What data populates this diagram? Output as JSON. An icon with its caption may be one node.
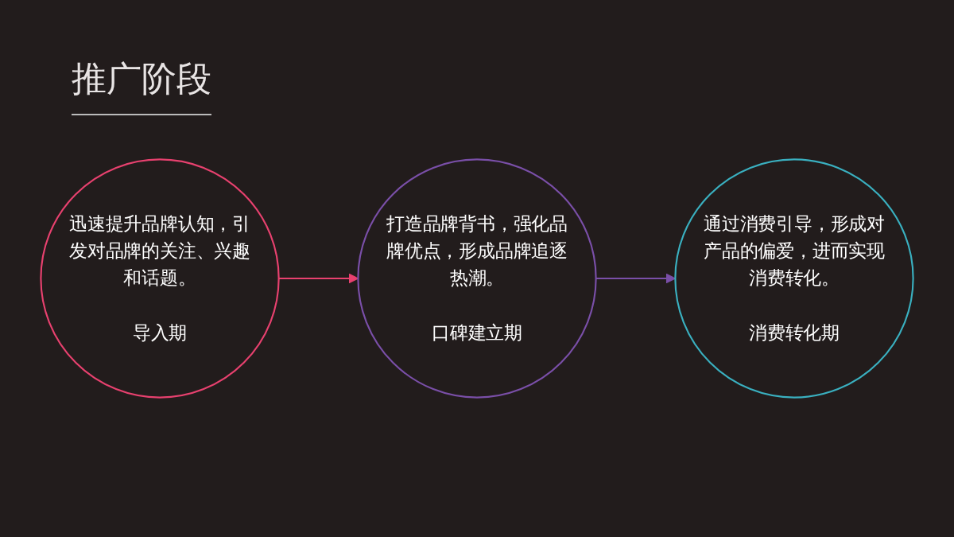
{
  "diagram": {
    "title": "推广阶段",
    "nodes": [
      {
        "text": [
          "迅速提升品牌认知，引发对品牌的关注、兴趣和话题。",
          "导入期"
        ]
      },
      {
        "text": [
          "打造品牌背书，强化品牌优点，形成品牌追逐热潮。",
          "口碑建立期"
        ]
      },
      {
        "text": [
          "通过消费引导，形成对产品的偏爱，进而实现消费转化。",
          "消费转化期"
        ]
      }
    ],
    "edges": [
      {
        "from": 0,
        "to": 1,
        "arrow": "to",
        "color": "#e8416f"
      },
      {
        "from": 1,
        "to": 2,
        "arrow": "to",
        "color": "#7a4fa8"
      }
    ]
  }
}
